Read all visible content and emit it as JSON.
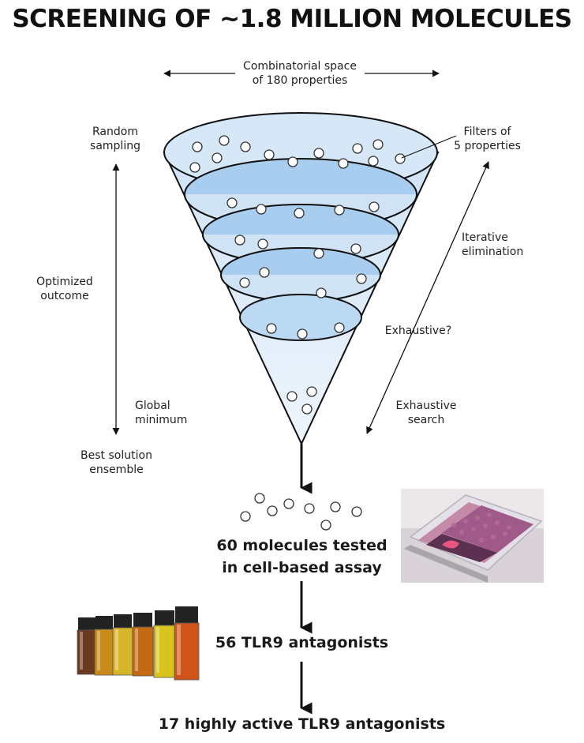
{
  "title": "SCREENING OF ~1.8 MILLION MOLECULES",
  "top_label": {
    "line1": "Combinatorial space",
    "line2": "of 180 properties"
  },
  "left_labels": {
    "random_sampling": {
      "line1": "Random",
      "line2": "sampling"
    },
    "optimized_outcome": {
      "line1": "Optimized",
      "line2": "outcome"
    },
    "global_minimum": {
      "line1": "Global",
      "line2": "minimum"
    },
    "best_solution": {
      "line1": "Best solution",
      "line2": "ensemble"
    }
  },
  "right_labels": {
    "filters": {
      "line1": "Filters of",
      "line2": "5 properties"
    },
    "iterative": {
      "line1": "Iterative",
      "line2": "elimination"
    },
    "exhaustive_q": "Exhaustive?",
    "exhaustive_search": {
      "line1": "Exhaustive",
      "line2": "search"
    }
  },
  "results": {
    "tested": {
      "line1": "60 molecules tested",
      "line2": "in cell-based assay"
    },
    "antagonists": "56 TLR9 antagonists",
    "highly_active": "17 highly active TLR9 antagonists"
  },
  "photos": {
    "well_plate": "photo-well-plate",
    "vials": "photo-vials"
  },
  "colors": {
    "funnel_fill": "#d6e8f7",
    "ellipse_fill": "#a9cdef",
    "outline": "#111111",
    "vial_liquids": [
      "#6b3a1e",
      "#c98a1a",
      "#d7b52a",
      "#c46a14",
      "#d9c41e",
      "#d0541a"
    ]
  }
}
